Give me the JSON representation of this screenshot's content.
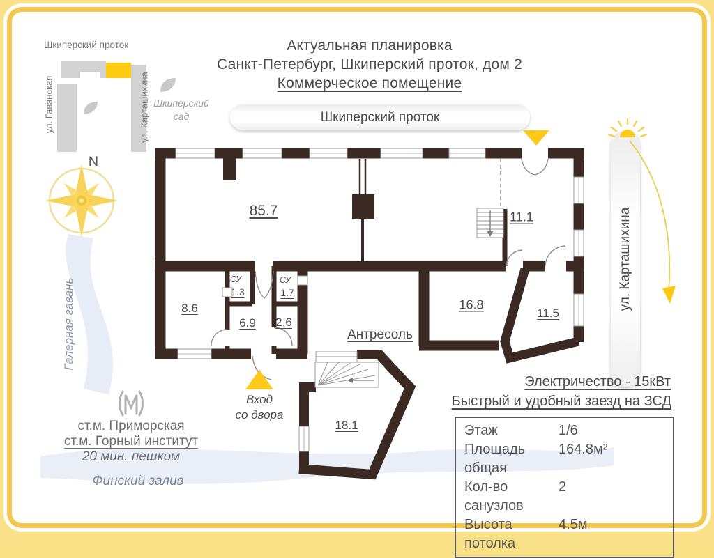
{
  "title": {
    "line1": "Актуальная планировка",
    "line2": "Санкт-Петербург, Шкиперский проток, дом 2",
    "line3": "Коммерческое помещение"
  },
  "minimap": {
    "street_top": "Шкиперский проток",
    "street_left": "ул. Гаванская",
    "street_right": "ул. Карташихина",
    "park_line1": "Шкиперский",
    "park_line2": "сад"
  },
  "compass": {
    "north": "N"
  },
  "streets": {
    "top_band": "Шкиперский проток",
    "right_band": "ул. Карташихина"
  },
  "water": {
    "left": "Галерная гавань",
    "bottom": "Финский залив"
  },
  "metro": {
    "station1": "ст.м. Приморская",
    "station2": "ст.м. Горный институт",
    "walk": "20 мин. пешком"
  },
  "entrance": {
    "line1": "Вход",
    "line2": "со двора"
  },
  "plan": {
    "mezzanine": "Антресоль",
    "wc": "СУ",
    "areas": {
      "hall": "85.7",
      "r111": "11.1",
      "r86": "8.6",
      "wc13": "1.3",
      "wc17": "1.7",
      "r69": "6.9",
      "r26": "2.6",
      "r168": "16.8",
      "r115": "11.5",
      "r181": "18.1"
    }
  },
  "details": {
    "electricity": "Электричество - 15кВт",
    "zsd": "Быстрый и удобный заезд на ЗСД",
    "rows": [
      {
        "label": "Этаж",
        "value": "1/6"
      },
      {
        "label": "Площадь общая",
        "value": "164.8м²"
      },
      {
        "label": "Кол-во санузлов",
        "value": "2"
      },
      {
        "label": "Высота потолка",
        "value": "4.5м"
      }
    ]
  },
  "colors": {
    "frame_bg": "#f9e187",
    "frame_stripe": "#f3c84e",
    "wall": "#3a2a23",
    "accent_yellow": "#ffc91a",
    "text_dark": "#4a4a4c",
    "text_gray": "#77787a",
    "water_blue": "#e7edf6",
    "building_gray": "#d2d2d3"
  }
}
